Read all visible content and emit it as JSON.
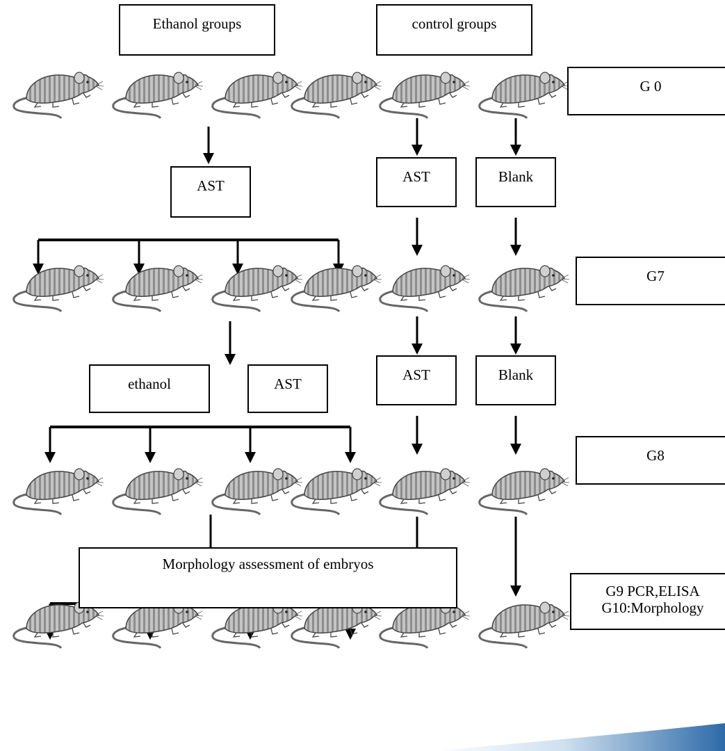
{
  "group_labels": {
    "ethanol": "Ethanol groups",
    "control": "control groups"
  },
  "stage_labels": {
    "g0": "G 0",
    "g7": "G7",
    "g8": "G8",
    "g9_line1": "G9 PCR,ELISA",
    "g9_line2": "G10:Morphology"
  },
  "treatment_labels": {
    "ethanol_ast_1": "AST",
    "control_ast_1": "AST",
    "control_blank_1": "Blank",
    "ethanol_2": "ethanol",
    "ethanol_ast_2": "AST",
    "control_ast_2": "AST",
    "control_blank_2": "Blank"
  },
  "footer": {
    "morphology": "Morphology assessment of embryos"
  },
  "icons": {
    "subject": "rat-icon",
    "flow": "down-arrow"
  },
  "colors": {
    "ink": "#000000",
    "rat_fill": "#bdbdbd",
    "rat_stripe": "#8a8a8a",
    "accent_band": "#2e6aa8"
  }
}
